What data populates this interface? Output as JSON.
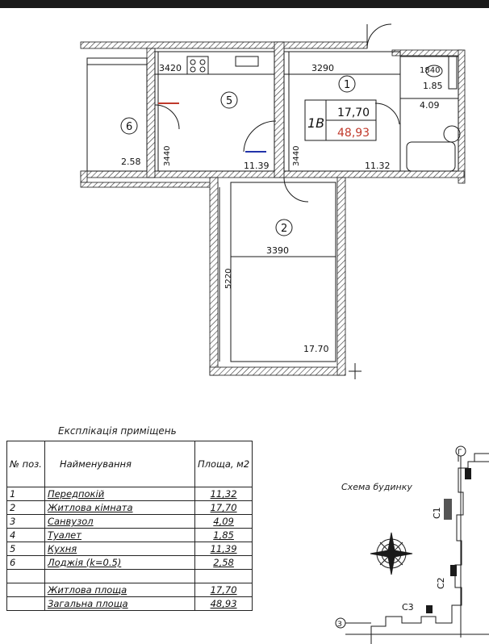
{
  "plan": {
    "unit_id": "1В",
    "unit_living_area": "17,70",
    "unit_total_area": "48,93",
    "dimensions": [
      "3420",
      "3290",
      "1840",
      "1.85",
      "4.09",
      "3440",
      "3440",
      "3390",
      "5220"
    ],
    "rooms": [
      {
        "number": "1",
        "area": "11.32"
      },
      {
        "number": "2",
        "area": "17.70"
      },
      {
        "number": "5",
        "area": "11.39"
      },
      {
        "number": "6",
        "area": "2.58"
      }
    ]
  },
  "explication": {
    "title": "Експлікація приміщень",
    "headers": {
      "no": "№ поз.",
      "name": "Найменування",
      "area": "Площа, м2"
    },
    "rows": [
      {
        "no": "1",
        "name": "Передпокій",
        "area": "11,32"
      },
      {
        "no": "2",
        "name": "Житлова кімната",
        "area": "17,70"
      },
      {
        "no": "3",
        "name": "Санвузол",
        "area": "4,09"
      },
      {
        "no": "4",
        "name": "Туалет",
        "area": "1,85"
      },
      {
        "no": "5",
        "name": "Кухня",
        "area": "11,39"
      },
      {
        "no": "6",
        "name": "Лоджія (k=0.5)",
        "area": "2,58"
      }
    ],
    "totals": [
      {
        "name": "Житлова площа",
        "area": "17,70"
      },
      {
        "name": "Загальна площа",
        "area": "48,93"
      }
    ]
  },
  "scheme": {
    "title": "Схема будинку",
    "labels": [
      "С1",
      "С2",
      "С3"
    ],
    "axes": [
      "Г",
      "З"
    ]
  },
  "colors": {
    "line": "#1a1a1a",
    "total_area": "#c0392b",
    "door_accent": "#c0392b",
    "door_accent2": "#2233aa"
  }
}
